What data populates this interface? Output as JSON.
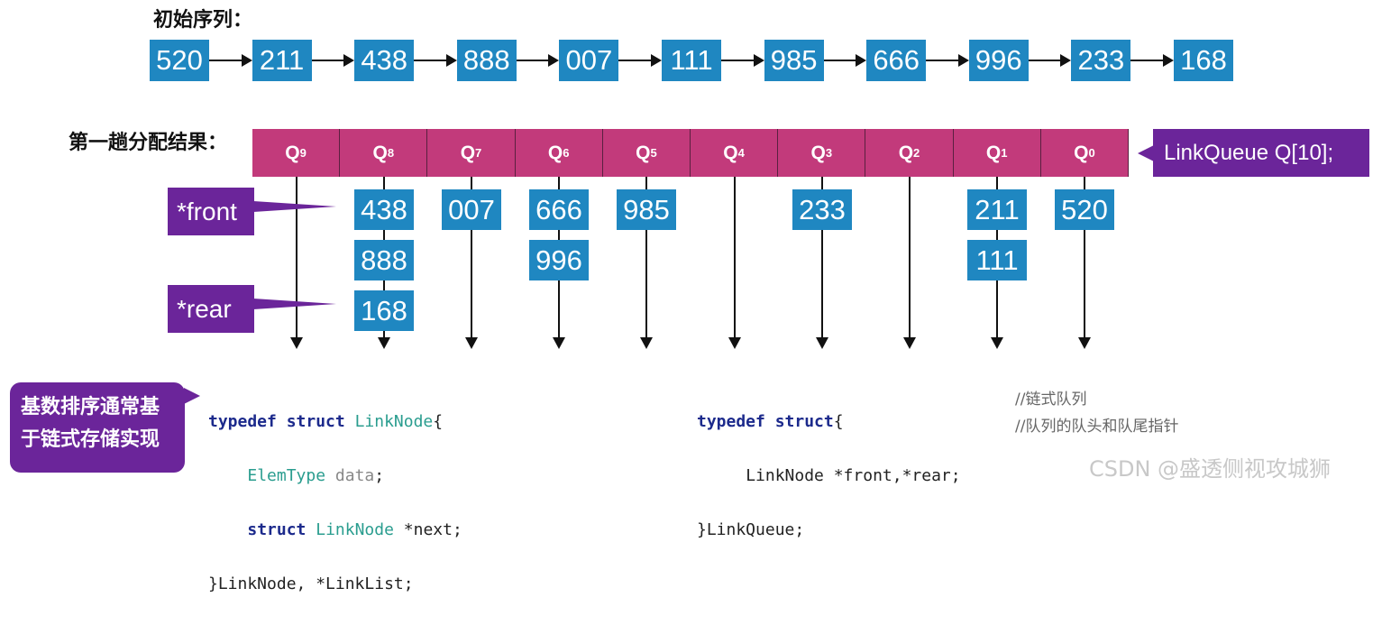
{
  "labels": {
    "initial": "初始序列：",
    "first_pass": "第一趟分配结果："
  },
  "sequence": [
    "520",
    "211",
    "438",
    "888",
    "007",
    "111",
    "985",
    "666",
    "996",
    "233",
    "168"
  ],
  "queues": [
    {
      "name": "Q",
      "sub": "9",
      "items": []
    },
    {
      "name": "Q",
      "sub": "8",
      "items": [
        "438",
        "888",
        "168"
      ]
    },
    {
      "name": "Q",
      "sub": "7",
      "items": [
        "007"
      ]
    },
    {
      "name": "Q",
      "sub": "6",
      "items": [
        "666",
        "996"
      ]
    },
    {
      "name": "Q",
      "sub": "5",
      "items": [
        "985"
      ]
    },
    {
      "name": "Q",
      "sub": "4",
      "items": []
    },
    {
      "name": "Q",
      "sub": "3",
      "items": [
        "233"
      ]
    },
    {
      "name": "Q",
      "sub": "2",
      "items": []
    },
    {
      "name": "Q",
      "sub": "1",
      "items": [
        "211",
        "111"
      ]
    },
    {
      "name": "Q",
      "sub": "0",
      "items": [
        "520"
      ]
    }
  ],
  "pointers": {
    "front": "*front",
    "rear": "*rear",
    "linkqueue": "LinkQueue Q[10];"
  },
  "note": {
    "line1": "基数排序通常基",
    "line2": "于链式存储实现"
  },
  "code_linknode": {
    "l1_kw": "typedef struct",
    "l1_ty": "LinkNode",
    "l1_end": "{",
    "l2_ty": "ElemType",
    "l2_var": "data",
    "l2_end": ";",
    "l3_kw": "struct",
    "l3_ty": "LinkNode",
    "l3_var": "*next;",
    "l4": "}LinkNode, *LinkList;"
  },
  "code_linkqueue": {
    "l1_kw": "typedef struct",
    "l1_end": "{",
    "l1_comment": "//链式队列",
    "l2": "LinkNode *front,*rear;",
    "l2_comment": "//队列的队头和队尾指针",
    "l3": "}LinkQueue;"
  },
  "watermark": "CSDN @盛透侧视攻城狮",
  "colors": {
    "box_blue": "#1f87c1",
    "queue_magenta": "#c23a7b",
    "pointer_purple": "#6b259a"
  }
}
